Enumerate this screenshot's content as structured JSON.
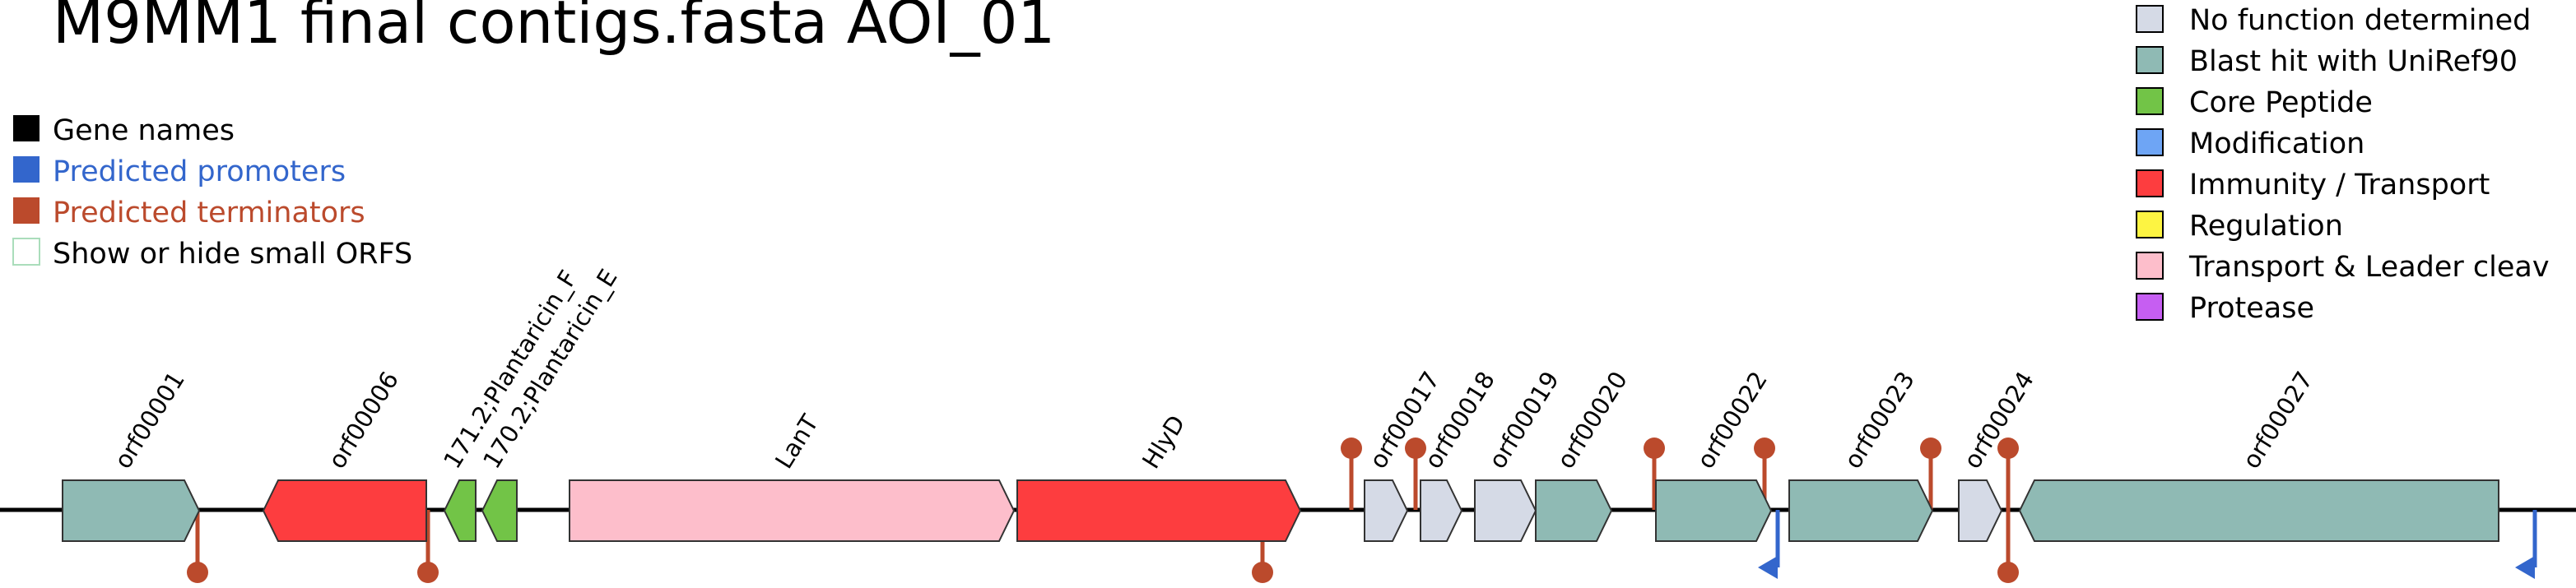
{
  "title": "M9MM1 final contigs.fasta AOI_01",
  "legend_left": [
    {
      "label": "Gene names",
      "color": "#000000",
      "text_color": "#000000",
      "filled": true
    },
    {
      "label": "Predicted promoters",
      "color": "#3366cc",
      "text_color": "#3366cc",
      "filled": true
    },
    {
      "label": "Predicted terminators",
      "color": "#bb4a2c",
      "text_color": "#bb4a2c",
      "filled": true
    },
    {
      "label": "Show or hide small ORFS",
      "color": "#aaddbb",
      "text_color": "#000000",
      "filled": false
    }
  ],
  "legend_right": [
    {
      "label": "No function determined",
      "color": "#d5dae6"
    },
    {
      "label": "Blast hit with UniRef90",
      "color": "#8fbab4"
    },
    {
      "label": "Core Peptide",
      "color": "#72c447"
    },
    {
      "label": "Modification",
      "color": "#6ea5f5"
    },
    {
      "label": "Immunity / Transport",
      "color": "#fd3d3f"
    },
    {
      "label": "Regulation",
      "color": "#fdf442"
    },
    {
      "label": "Transport & Leader cleav",
      "color": "#fdbecb"
    },
    {
      "label": "Protease",
      "color": "#c65ef2"
    }
  ],
  "genes": [
    {
      "name": "orf00001",
      "start": 76,
      "end": 242,
      "strand": "+",
      "color": "#8fbab4"
    },
    {
      "name": "orf00006",
      "start": 320,
      "end": 518,
      "strand": "-",
      "color": "#fd3d3f"
    },
    {
      "name": "171.2;Plantaricin_F",
      "start": 540,
      "end": 578,
      "strand": "-",
      "color": "#72c447"
    },
    {
      "name": "170.2;Plantaricin_E",
      "start": 586,
      "end": 628,
      "strand": "-",
      "color": "#72c447"
    },
    {
      "name": "LanT",
      "start": 692,
      "end": 1232,
      "strand": "+",
      "color": "#fdbecb"
    },
    {
      "name": "HlyD",
      "start": 1236,
      "end": 1580,
      "strand": "+",
      "color": "#fd3d3f"
    },
    {
      "name": "orf00017",
      "start": 1658,
      "end": 1710,
      "strand": "+",
      "color": "#d5dae6"
    },
    {
      "name": "orf00018",
      "start": 1726,
      "end": 1776,
      "strand": "+",
      "color": "#d5dae6"
    },
    {
      "name": "orf00019",
      "start": 1792,
      "end": 1866,
      "strand": "+",
      "color": "#d5dae6"
    },
    {
      "name": "orf00020",
      "start": 1866,
      "end": 1958,
      "strand": "+",
      "color": "#8fbab4"
    },
    {
      "name": "orf00022",
      "start": 2012,
      "end": 2152,
      "strand": "+",
      "color": "#8fbab4"
    },
    {
      "name": "orf00023",
      "start": 2174,
      "end": 2348,
      "strand": "+",
      "color": "#8fbab4"
    },
    {
      "name": "orf00024",
      "start": 2380,
      "end": 2432,
      "strand": "+",
      "color": "#d5dae6"
    },
    {
      "name": "orf00027",
      "start": 2454,
      "end": 3036,
      "strand": "-",
      "color": "#8fbab4"
    }
  ],
  "terminators": [
    {
      "pos": 240,
      "side": "down"
    },
    {
      "pos": 520,
      "side": "down"
    },
    {
      "pos": 1534,
      "side": "down"
    },
    {
      "pos": 1642,
      "side": "up"
    },
    {
      "pos": 1720,
      "side": "up"
    },
    {
      "pos": 2010,
      "side": "up"
    },
    {
      "pos": 2144,
      "side": "up"
    },
    {
      "pos": 2346,
      "side": "up"
    },
    {
      "pos": 2440,
      "side": "up"
    },
    {
      "pos": 2440,
      "side": "down"
    }
  ],
  "promoters": [
    {
      "pos": 2160,
      "dir": "left"
    },
    {
      "pos": 3080,
      "dir": "left"
    }
  ]
}
